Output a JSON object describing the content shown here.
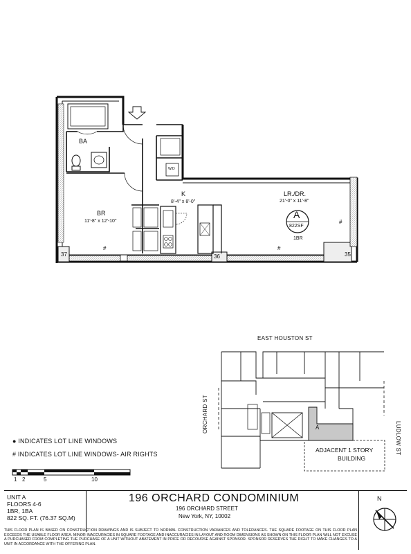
{
  "floor_plan": {
    "rooms": {
      "bath": {
        "name": "BA"
      },
      "bedroom": {
        "name": "BR",
        "dims": "11'-8\" x 12'-10\""
      },
      "kitchen": {
        "name": "K",
        "dims": "8'-4\" x 8'-0\""
      },
      "living_dining": {
        "name": "LR./DR.",
        "dims": "21'-0\" x 11'-8\""
      },
      "wd_closet": {
        "label": "W/D"
      }
    },
    "unit_badge": {
      "letter": "A",
      "area": "822SF",
      "type": "1BR"
    },
    "column_numbers": [
      "37",
      "36",
      "35"
    ],
    "hash_mark": "#"
  },
  "site_plan": {
    "streets": {
      "north": "EAST HOUSTON ST",
      "west": "ORCHARD ST",
      "east": "LUDLOW ST"
    },
    "unit_marker": "A",
    "adjacent_label_1": "ADJACENT 1 STORY",
    "adjacent_label_2": "BUILDING"
  },
  "legend": {
    "dot_item": "● INDICATES LOT LINE WINDOWS",
    "hash_item": "# INDICATES LOT LINE WINDOWS- AIR RIGHTS"
  },
  "scale_bar": {
    "ticks": [
      "1",
      "2",
      "5",
      "10"
    ]
  },
  "title_block": {
    "unit": "UNIT A",
    "floors": "FLOORS 4-6",
    "config": "1BR, 1BA",
    "area": "822 SQ. FT. (76.37 SQ.M)",
    "building_name": "196 ORCHARD CONDOMINIUM",
    "address_line1": "196 ORCHARD STREET",
    "address_line2": "New York, NY, 10002",
    "north_label": "N"
  },
  "disclaimer": "THIS FLOOR PLAN IS BASED ON CONSTRUCTION DRAWINGS AND IS SUBJECT TO NORMAL CONSTRUCTION VARIANCES AND TOLERANCES. THE SQUARE FOOTAGE ON THIS FLOOR PLAN EXCEEDS THE USABLE FLOOR AREA. MINOR INACCURACIES IN SQUARE FOOTAGE AND INACCURACIES IN LAYOUT AND ROOM DIMENSIONS AS SHOWN ON THIS FLOOR PLAN WILL NOT EXCUSE A PURCHASER FROM COMPLETING THE PURCHASE OF A UNIT WITHOUT ABATEMENT IN PRICE OR RECOURSE AGAINST SPONSOR. SPONSOR RESERVES THE RIGHT TO MAKE CHANGES TO A UNIT IN ACCORDANCE WITH THE OFFERING PLAN.",
  "colors": {
    "ink": "#111111",
    "hatch": "#b0b0b0",
    "shade": "#c8c8c8"
  }
}
